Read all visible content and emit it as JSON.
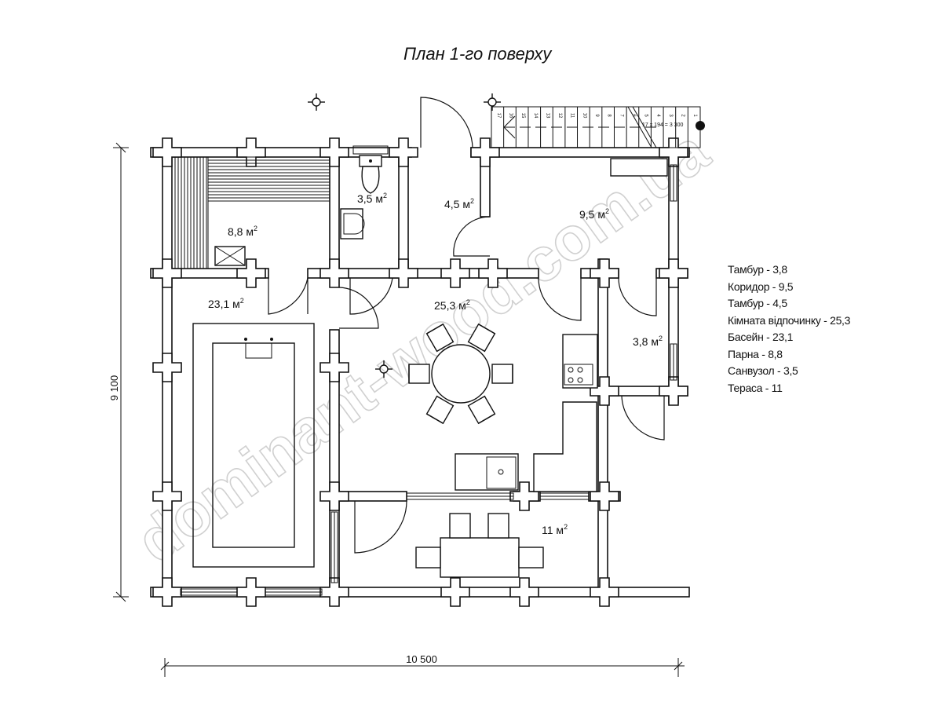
{
  "title": "План 1-го поверху",
  "rooms": [
    {
      "id": "steam-room",
      "area": "8,8",
      "unit": "м",
      "sup": "2"
    },
    {
      "id": "bathroom",
      "area": "3,5",
      "unit": "м",
      "sup": "2"
    },
    {
      "id": "vestibule-north",
      "area": "4,5",
      "unit": "м",
      "sup": "2"
    },
    {
      "id": "corridor",
      "area": "9,5",
      "unit": "м",
      "sup": "2"
    },
    {
      "id": "pool",
      "area": "23,1",
      "unit": "м",
      "sup": "2"
    },
    {
      "id": "lounge",
      "area": "25,3",
      "unit": "м",
      "sup": "2"
    },
    {
      "id": "vestibule-east",
      "area": "3,8",
      "unit": "м",
      "sup": "2"
    },
    {
      "id": "terrace",
      "area": "11",
      "unit": "м",
      "sup": "2"
    }
  ],
  "legend": [
    "Тамбур - 3,8",
    "Коридор - 9,5",
    "Тамбур - 4,5",
    "Кімната відпочинку - 25,3",
    "Басейн - 23,1",
    "Парна - 8,8",
    "Санвузол - 3,5",
    "Тераса - 11"
  ],
  "dimensions": {
    "height": "9 100",
    "width": "10 500"
  },
  "stairs": {
    "steps": [
      "17",
      "16",
      "15",
      "14",
      "13",
      "12",
      "11",
      "10",
      "9",
      "8",
      "7",
      "6",
      "5",
      "4",
      "3",
      "2",
      "1"
    ],
    "note": "17 x 194 = 3 300"
  },
  "watermark": "dominant-wood.com.ua"
}
